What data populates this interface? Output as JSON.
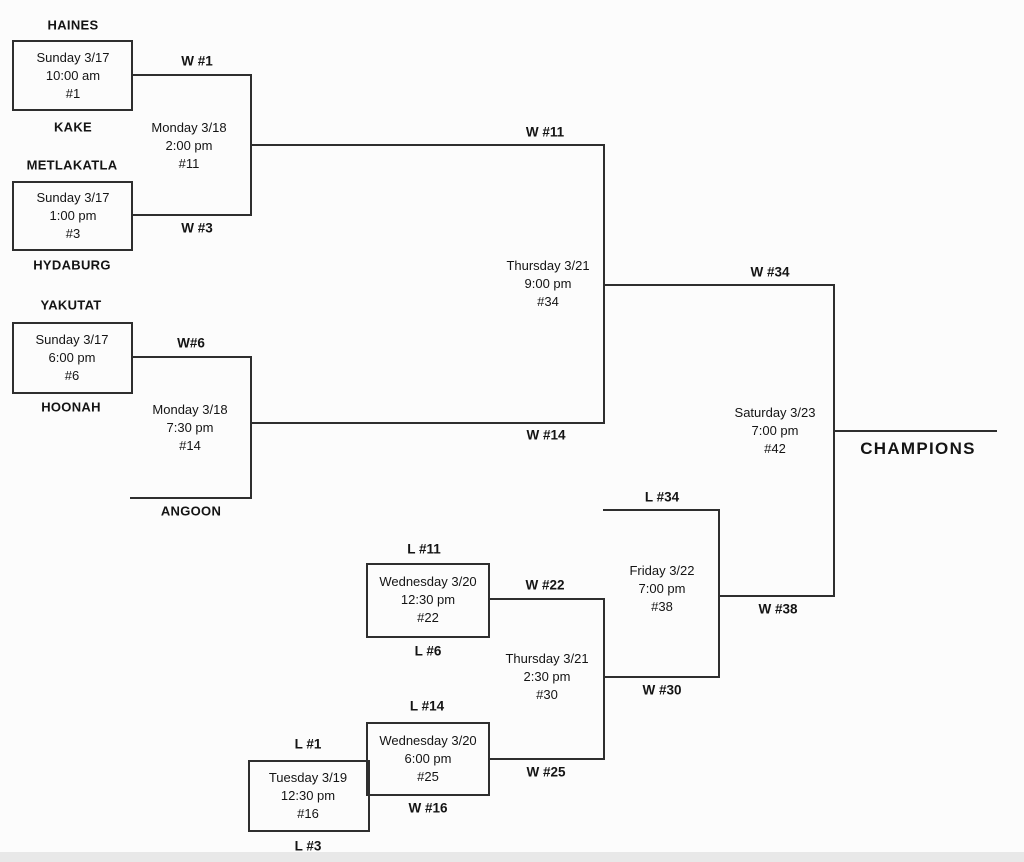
{
  "colors": {
    "bg": "#fcfcfc",
    "line": "#2e2e2e",
    "text": "#141414",
    "band": "#e8e8e8"
  },
  "teams": {
    "haines": "HAINES",
    "kake": "KAKE",
    "metlakatla": "METLAKATLA",
    "hydaburg": "HYDABURG",
    "yakutat": "YAKUTAT",
    "hoonah": "HOONAH",
    "angoon": "ANGOON"
  },
  "games": {
    "g1": {
      "date": "Sunday 3/17",
      "time": "10:00 am",
      "num": "#1"
    },
    "g3": {
      "date": "Sunday 3/17",
      "time": "1:00 pm",
      "num": "#3"
    },
    "g6": {
      "date": "Sunday 3/17",
      "time": "6:00 pm",
      "num": "#6"
    },
    "g11": {
      "date": "Monday 3/18",
      "time": "2:00 pm",
      "num": "#11"
    },
    "g14": {
      "date": "Monday 3/18",
      "time": "7:30 pm",
      "num": "#14"
    },
    "g16": {
      "date": "Tuesday 3/19",
      "time": "12:30 pm",
      "num": "#16"
    },
    "g22": {
      "date": "Wednesday 3/20",
      "time": "12:30 pm",
      "num": "#22"
    },
    "g25": {
      "date": "Wednesday 3/20",
      "time": "6:00 pm",
      "num": "#25"
    },
    "g30": {
      "date": "Thursday 3/21",
      "time": "2:30 pm",
      "num": "#30"
    },
    "g34": {
      "date": "Thursday 3/21",
      "time": "9:00 pm",
      "num": "#34"
    },
    "g38": {
      "date": "Friday 3/22",
      "time": "7:00 pm",
      "num": "#38"
    },
    "g42": {
      "date": "Saturday 3/23",
      "time": "7:00 pm",
      "num": "#42"
    }
  },
  "refs": {
    "w1": "W #1",
    "w3": "W #3",
    "w6": "W#6",
    "w11": "W #11",
    "w14": "W #14",
    "w16": "W #16",
    "w22": "W #22",
    "w25": "W #25",
    "w30": "W #30",
    "w34": "W #34",
    "w38": "W #38",
    "l1": "L #1",
    "l3": "L #3",
    "l6": "L #6",
    "l11": "L #11",
    "l14": "L #14",
    "l34": "L #34"
  },
  "champion_label": "CHAMPIONS"
}
